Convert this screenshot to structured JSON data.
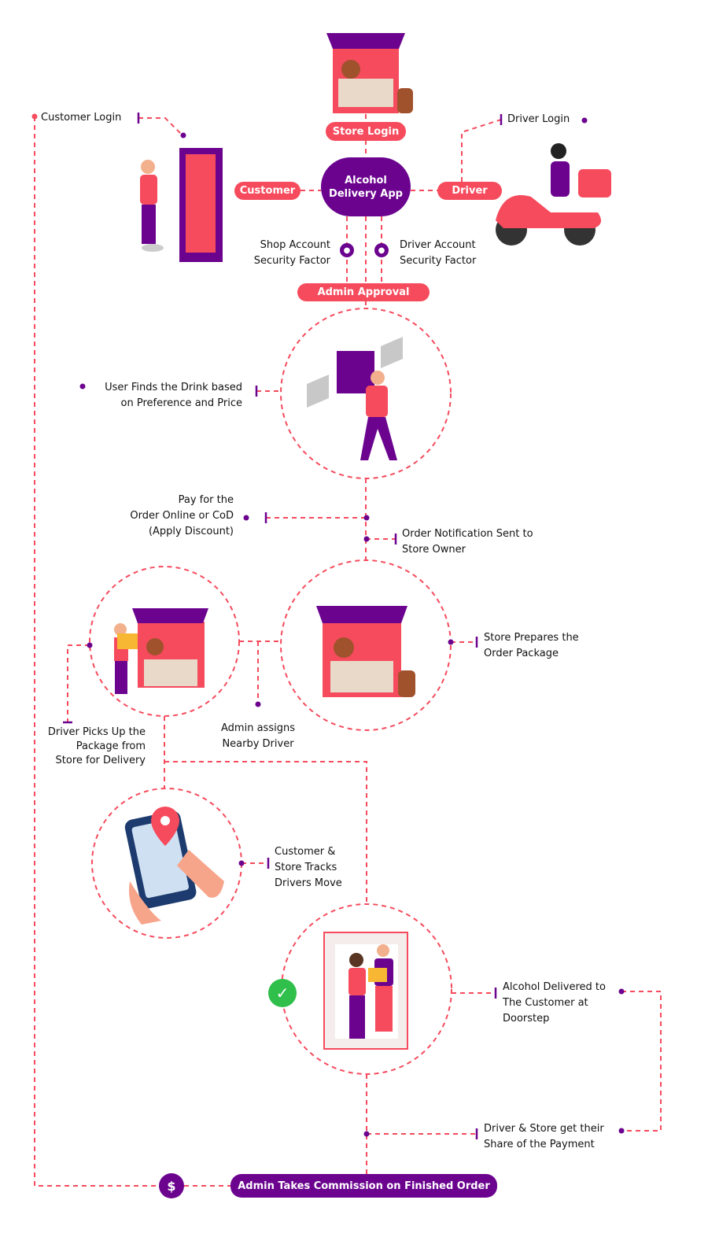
{
  "colors": {
    "accent": "#f64b5d",
    "brand": "#6b038f",
    "success": "#2fbf4a"
  },
  "center": {
    "line1": "Alcohol",
    "line2": "Delivery App"
  },
  "pills": {
    "store_login": "Store Login",
    "customer": "Customer",
    "driver": "Driver",
    "admin_approval": "Admin Approval",
    "admin_commission": "Admin Takes Commission on Finished Order"
  },
  "labels": {
    "customer_login": "Customer Login",
    "driver_login": "Driver Login",
    "shop_security": [
      "Shop Account",
      "Security Factor"
    ],
    "driver_security": [
      "Driver Account",
      "Security Factor"
    ],
    "find_drink": [
      "User Finds the Drink based",
      "on Preference and Price"
    ],
    "pay": [
      "Pay for the",
      "Order Online or CoD",
      "(Apply Discount)"
    ],
    "notification": [
      "Order Notification Sent to",
      "Store Owner"
    ],
    "prepare": [
      "Store Prepares the",
      "Order Package"
    ],
    "assign": [
      "Admin assigns",
      "Nearby Driver"
    ],
    "pickup": [
      "Driver Picks Up the",
      "Package from",
      "Store for Delivery"
    ],
    "track": [
      "Customer &",
      "Store Tracks",
      "Drivers Move"
    ],
    "delivered": [
      "Alcohol Delivered to",
      "The Customer at",
      "Doorstep"
    ],
    "share": [
      "Driver & Store get their",
      "Share of the Payment"
    ]
  },
  "icons": {
    "security": "user-icon",
    "commission": "dollar-icon",
    "delivered": "check-icon",
    "dollar_glyph": "$",
    "check_glyph": "✓"
  }
}
